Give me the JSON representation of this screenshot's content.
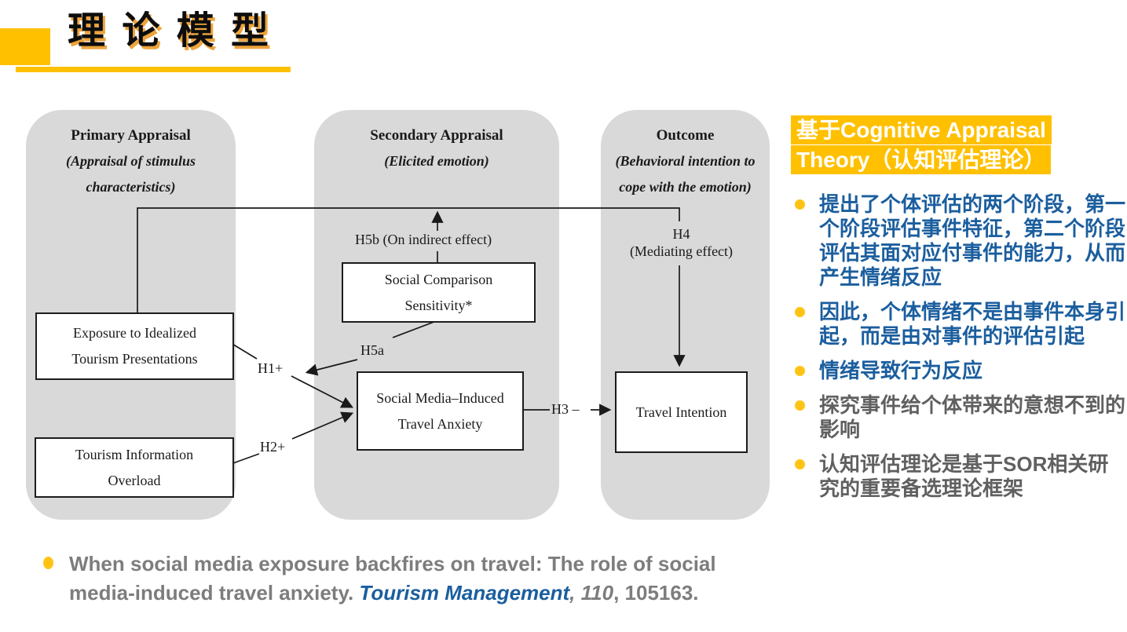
{
  "title": {
    "text": "理 论 模 型"
  },
  "colors": {
    "gold": "#FFC000",
    "blue": "#1B5E9E",
    "bullet_gray": "#606060",
    "citation_gray": "#7D7D7D",
    "panel_gray": "#D9D9D9"
  },
  "diagram": {
    "panels": [
      {
        "title": "Primary Appraisal",
        "sub1": "(Appraisal of stimulus",
        "sub2": "characteristics)"
      },
      {
        "title": "Secondary Appraisal",
        "sub1": "(Elicited emotion)",
        "sub2": ""
      },
      {
        "title": "Outcome",
        "sub1": "(Behavioral intention to",
        "sub2": "cope with the emotion)"
      }
    ],
    "boxes": {
      "exposure": {
        "line1": "Exposure to Idealized",
        "line2": "Tourism Presentations"
      },
      "overload": {
        "line1": "Tourism Information",
        "line2": "Overload"
      },
      "sensitivity": {
        "line1": "Social Comparison",
        "line2": "Sensitivity*"
      },
      "anxiety": {
        "line1": "Social Media–Induced",
        "line2": "Travel Anxiety"
      },
      "travel": {
        "line1": "Travel Intention"
      }
    },
    "labels": {
      "h1": "H1+",
      "h2": "H2+",
      "h3": "H3 –",
      "h4_line1": "H4",
      "h4_line2": "(Mediating effect)",
      "h5a": "H5a",
      "h5b": "H5b (On indirect effect)"
    }
  },
  "sidebar": {
    "heading": {
      "line1": "基于Cognitive Appraisal",
      "line2": "Theory（认知评估理论）"
    },
    "bullets": [
      {
        "text": "提出了个体评估的两个阶段，第一个阶段评估事件特征，第二个阶段评估其面对应付事件的能力，从而产生情绪反应",
        "color": "blue"
      },
      {
        "text": "因此，个体情绪不是由事件本身引起，而是由对事件的评估引起",
        "color": "blue"
      },
      {
        "text": "情绪导致行为反应",
        "color": "blue"
      },
      {
        "text": "探究事件给个体带来的意想不到的影响",
        "color": "gray"
      },
      {
        "text": "认知评估理论是基于SOR相关研究的重要备选理论框架",
        "color": "gray"
      }
    ]
  },
  "citation": {
    "lines": [
      {
        "parts": [
          {
            "text": "When social media exposure backfires on travel: The role of social",
            "style": "gray"
          }
        ]
      },
      {
        "parts": [
          {
            "text": "media-induced travel anxiety. ",
            "style": "gray"
          },
          {
            "text": "Tourism Management",
            "style": "blue-italic"
          },
          {
            "text": ", 110",
            "style": "gray-italic"
          },
          {
            "text": ", 105163.",
            "style": "gray"
          }
        ]
      }
    ]
  }
}
